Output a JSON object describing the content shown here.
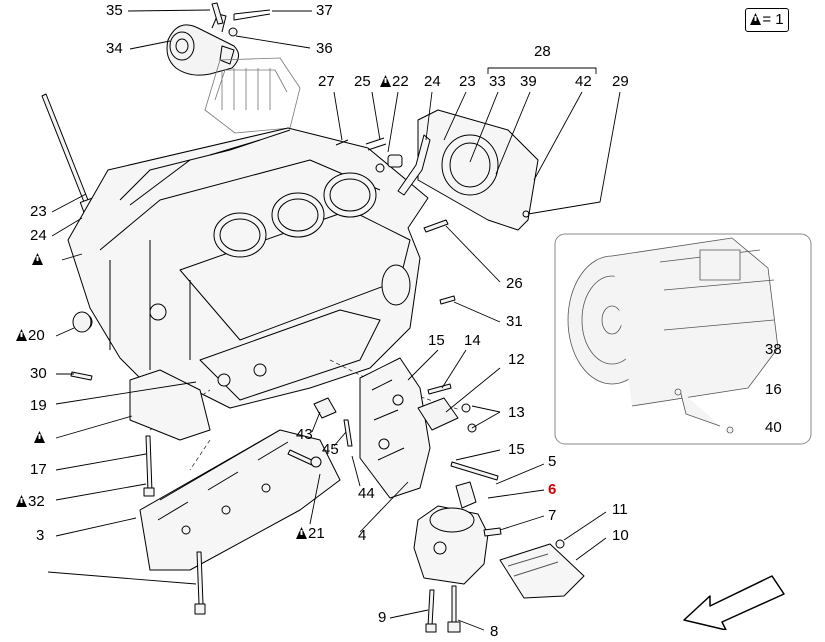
{
  "legend": {
    "icon": "warning-triangle-icon",
    "text": "= 1"
  },
  "callouts": [
    {
      "id": "c35",
      "text": "35",
      "marked": false,
      "highlight": false
    },
    {
      "id": "c37",
      "text": "37",
      "marked": false,
      "highlight": false
    },
    {
      "id": "c34",
      "text": "34",
      "marked": false,
      "highlight": false
    },
    {
      "id": "c36",
      "text": "36",
      "marked": false,
      "highlight": false
    },
    {
      "id": "c28",
      "text": "28",
      "marked": false,
      "highlight": false
    },
    {
      "id": "c27",
      "text": "27",
      "marked": false,
      "highlight": false
    },
    {
      "id": "c25",
      "text": "25",
      "marked": false,
      "highlight": false
    },
    {
      "id": "c22",
      "text": "22",
      "marked": true,
      "highlight": false
    },
    {
      "id": "c24a",
      "text": "24",
      "marked": false,
      "highlight": false
    },
    {
      "id": "c23a",
      "text": "23",
      "marked": false,
      "highlight": false
    },
    {
      "id": "c33",
      "text": "33",
      "marked": false,
      "highlight": false
    },
    {
      "id": "c39",
      "text": "39",
      "marked": false,
      "highlight": false
    },
    {
      "id": "c42",
      "text": "42",
      "marked": false,
      "highlight": false
    },
    {
      "id": "c29",
      "text": "29",
      "marked": false,
      "highlight": false
    },
    {
      "id": "c23b",
      "text": "23",
      "marked": false,
      "highlight": false
    },
    {
      "id": "c24b",
      "text": "24",
      "marked": false,
      "highlight": false
    },
    {
      "id": "c1",
      "text": "",
      "marked": true,
      "highlight": false
    },
    {
      "id": "c20",
      "text": "20",
      "marked": true,
      "highlight": false
    },
    {
      "id": "c30",
      "text": "30",
      "marked": false,
      "highlight": false
    },
    {
      "id": "c19",
      "text": "19",
      "marked": false,
      "highlight": false
    },
    {
      "id": "c2",
      "text": "",
      "marked": true,
      "highlight": false
    },
    {
      "id": "c17",
      "text": "17",
      "marked": false,
      "highlight": false
    },
    {
      "id": "c32",
      "text": "32",
      "marked": true,
      "highlight": false
    },
    {
      "id": "c3",
      "text": "3",
      "marked": false,
      "highlight": false
    },
    {
      "id": "c26",
      "text": "26",
      "marked": false,
      "highlight": false
    },
    {
      "id": "c31",
      "text": "31",
      "marked": false,
      "highlight": false
    },
    {
      "id": "c15a",
      "text": "15",
      "marked": false,
      "highlight": false
    },
    {
      "id": "c14",
      "text": "14",
      "marked": false,
      "highlight": false
    },
    {
      "id": "c12",
      "text": "12",
      "marked": false,
      "highlight": false
    },
    {
      "id": "c13",
      "text": "13",
      "marked": false,
      "highlight": false
    },
    {
      "id": "c15b",
      "text": "15",
      "marked": false,
      "highlight": false
    },
    {
      "id": "c43",
      "text": "43",
      "marked": false,
      "highlight": false
    },
    {
      "id": "c45",
      "text": "45",
      "marked": false,
      "highlight": false
    },
    {
      "id": "c44",
      "text": "44",
      "marked": false,
      "highlight": false
    },
    {
      "id": "c21",
      "text": "21",
      "marked": true,
      "highlight": false
    },
    {
      "id": "c4",
      "text": "4",
      "marked": false,
      "highlight": false
    },
    {
      "id": "c5",
      "text": "5",
      "marked": false,
      "highlight": false
    },
    {
      "id": "c6",
      "text": "6",
      "marked": false,
      "highlight": true
    },
    {
      "id": "c7",
      "text": "7",
      "marked": false,
      "highlight": false
    },
    {
      "id": "c11",
      "text": "11",
      "marked": false,
      "highlight": false
    },
    {
      "id": "c10",
      "text": "10",
      "marked": false,
      "highlight": false
    },
    {
      "id": "c9",
      "text": "9",
      "marked": false,
      "highlight": false
    },
    {
      "id": "c8",
      "text": "8",
      "marked": false,
      "highlight": false
    },
    {
      "id": "c38",
      "text": "38",
      "marked": false,
      "highlight": false
    },
    {
      "id": "c16",
      "text": "16",
      "marked": false,
      "highlight": false
    },
    {
      "id": "c40",
      "text": "40",
      "marked": false,
      "highlight": false
    }
  ],
  "colors": {
    "ink": "#000000",
    "highlight": "#d40000",
    "inset_border": "#8a8a8a",
    "part_fill": "#f4f4f4"
  }
}
